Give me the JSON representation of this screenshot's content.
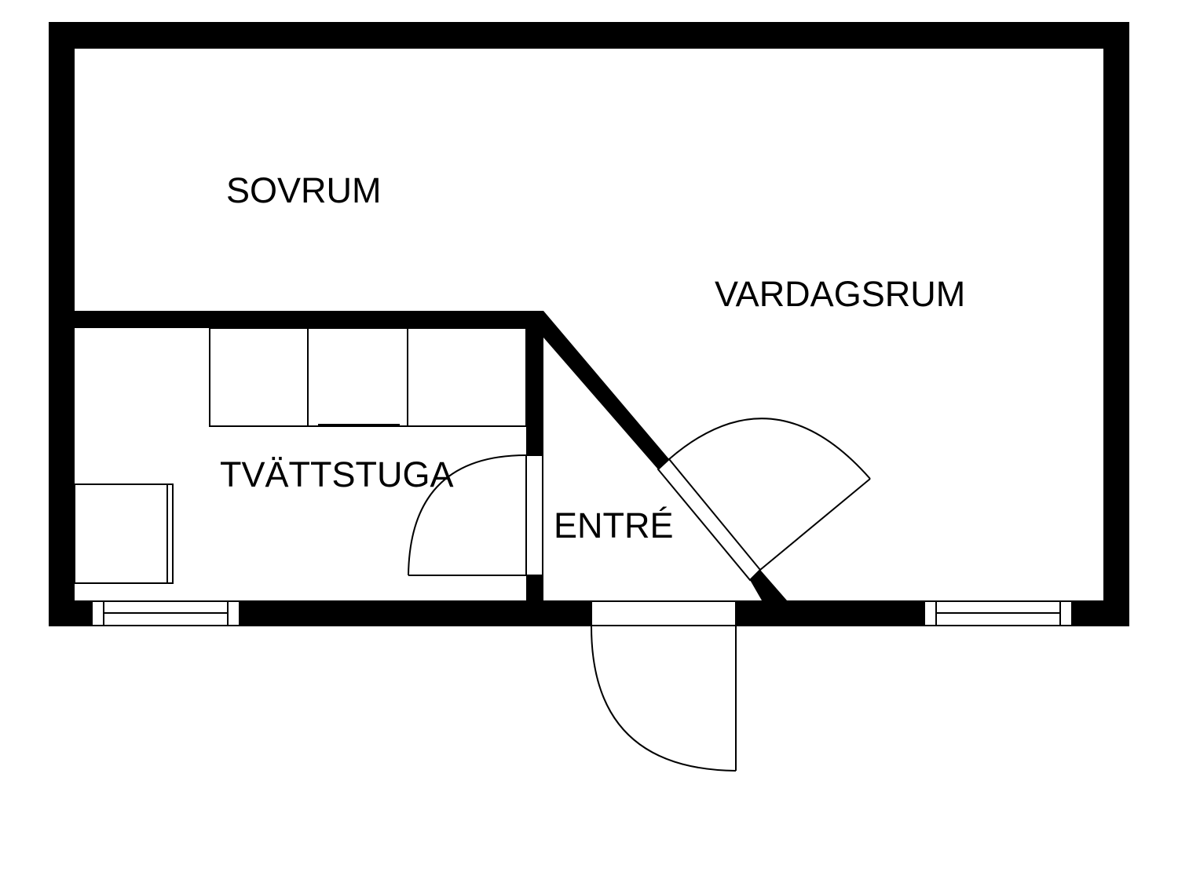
{
  "title": "Floor plan",
  "rooms": {
    "bedroom": "SOVRUM",
    "living_room": "VARDAGSRUM",
    "laundry": "TVÄTTSTUGA",
    "entrance": "ENTRÉ"
  },
  "colors": {
    "wall": "#000000",
    "background": "#ffffff"
  }
}
